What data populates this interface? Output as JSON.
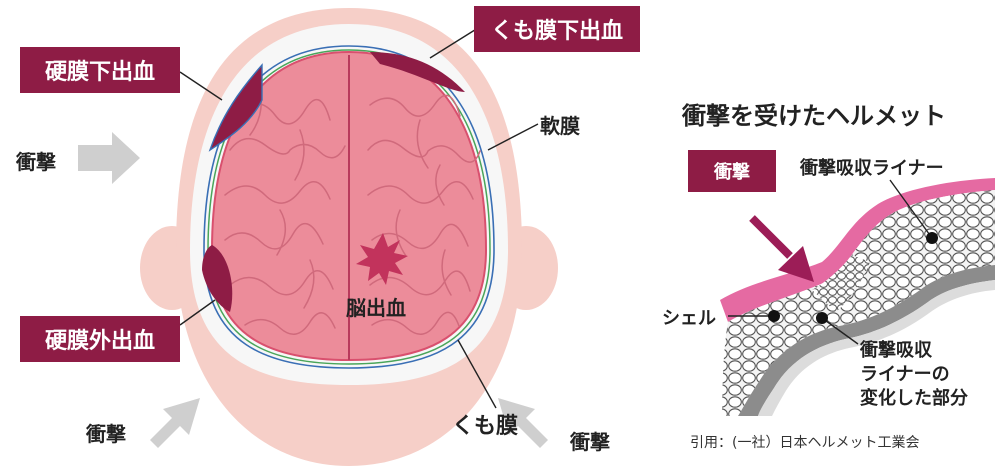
{
  "brain": {
    "subdural_hematoma": "硬膜下出血",
    "subarachnoid_hemorrhage": "くも膜下出血",
    "epidural_hematoma": "硬膜外出血",
    "pia_mater": "軟膜",
    "arachnoid": "くも膜",
    "intracerebral_hemorrhage": "脳出血",
    "impact_left": "衝撃",
    "impact_bottom_left": "衝撃",
    "impact_bottom_right": "衝撃"
  },
  "helmet": {
    "title": "衝撃を受けたヘルメット",
    "impact_tag": "衝撃",
    "liner_label": "衝撃吸収ライナー",
    "shell_label": "シェル",
    "deformed_line1": "衝撃吸収",
    "deformed_line2": "ライナーの",
    "deformed_line3": "変化した部分",
    "credit": "引用：(一社）日本ヘルメット工業会"
  },
  "colors": {
    "accent": "#8e1c45",
    "brain": "#ec8c9a",
    "skin": "#f6cfc8",
    "arrow_gray": "#cfcfcf",
    "shell_pink": "#e56aa2"
  }
}
